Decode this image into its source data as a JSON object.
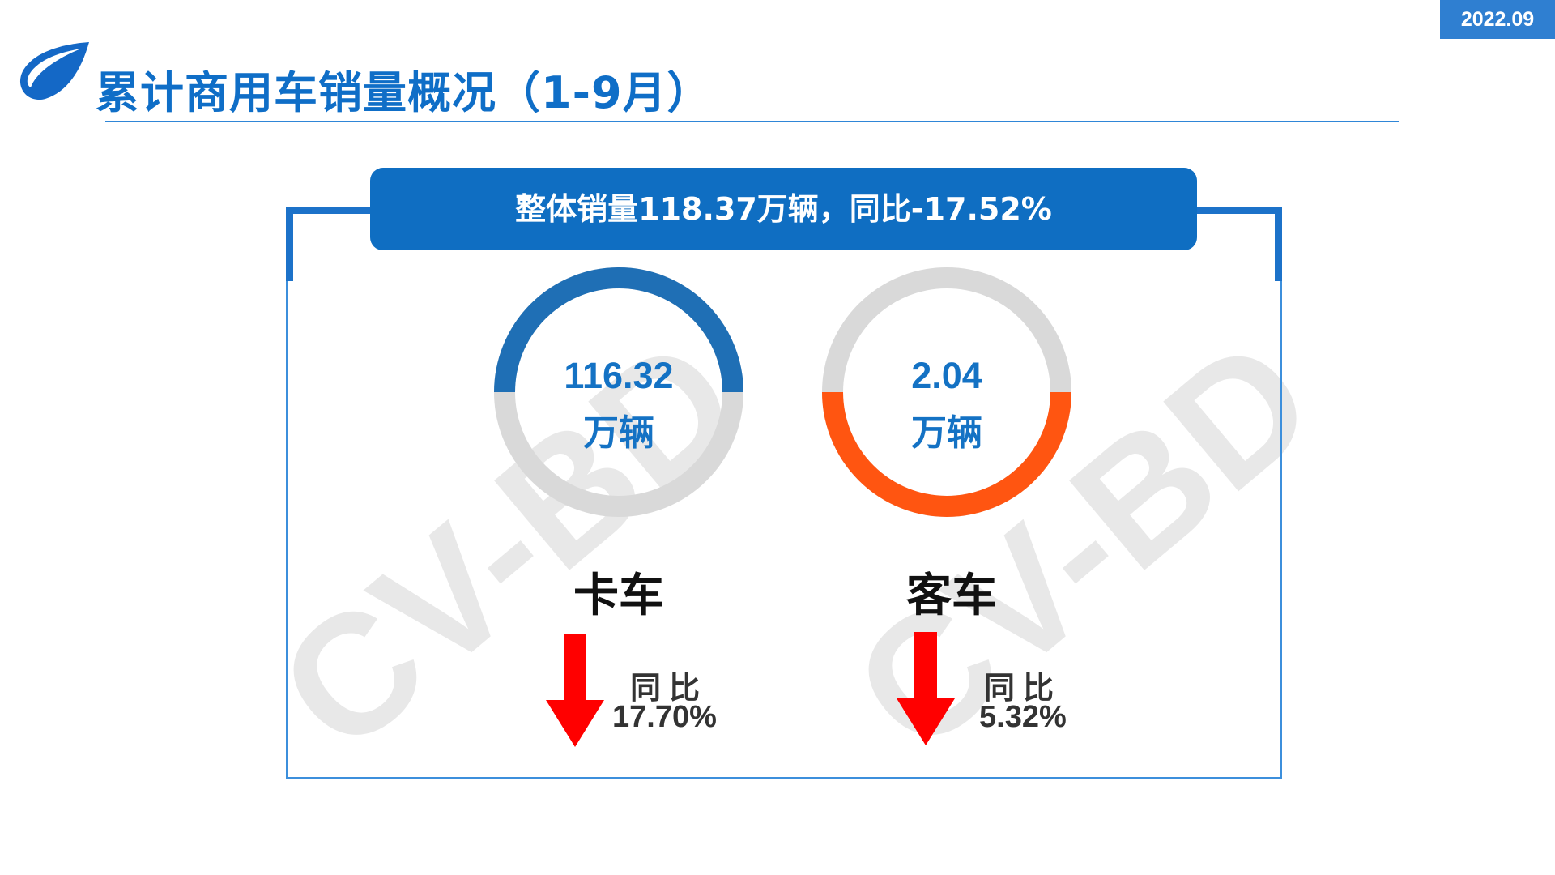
{
  "header": {
    "date": "2022.09",
    "title": "累计商用车销量概况（1-9月）"
  },
  "summary": {
    "text": "整体销量118.37万辆，同比-17.52%"
  },
  "watermark": {
    "text": "CV-BD"
  },
  "categories": [
    {
      "name": "卡车",
      "value": "116.32",
      "unit": "万辆",
      "ring_color": "#1f6fb5",
      "ring_fill_fraction": 0.5,
      "yoy_label": "同比",
      "yoy_value": "17.70%",
      "trend": "down"
    },
    {
      "name": "客车",
      "value": "2.04",
      "unit": "万辆",
      "ring_color": "#ff5511",
      "ring_fill_fraction": 0.5,
      "yoy_label": "同比",
      "yoy_value": "5.32%",
      "trend": "down"
    }
  ],
  "colors": {
    "accent": "#0f6ec2",
    "ring_track": "#d9d9d9",
    "down_arrow": "#ff0000"
  },
  "icons": {
    "logo": "water-drop-logo-icon",
    "trend": "down-arrow-icon"
  }
}
